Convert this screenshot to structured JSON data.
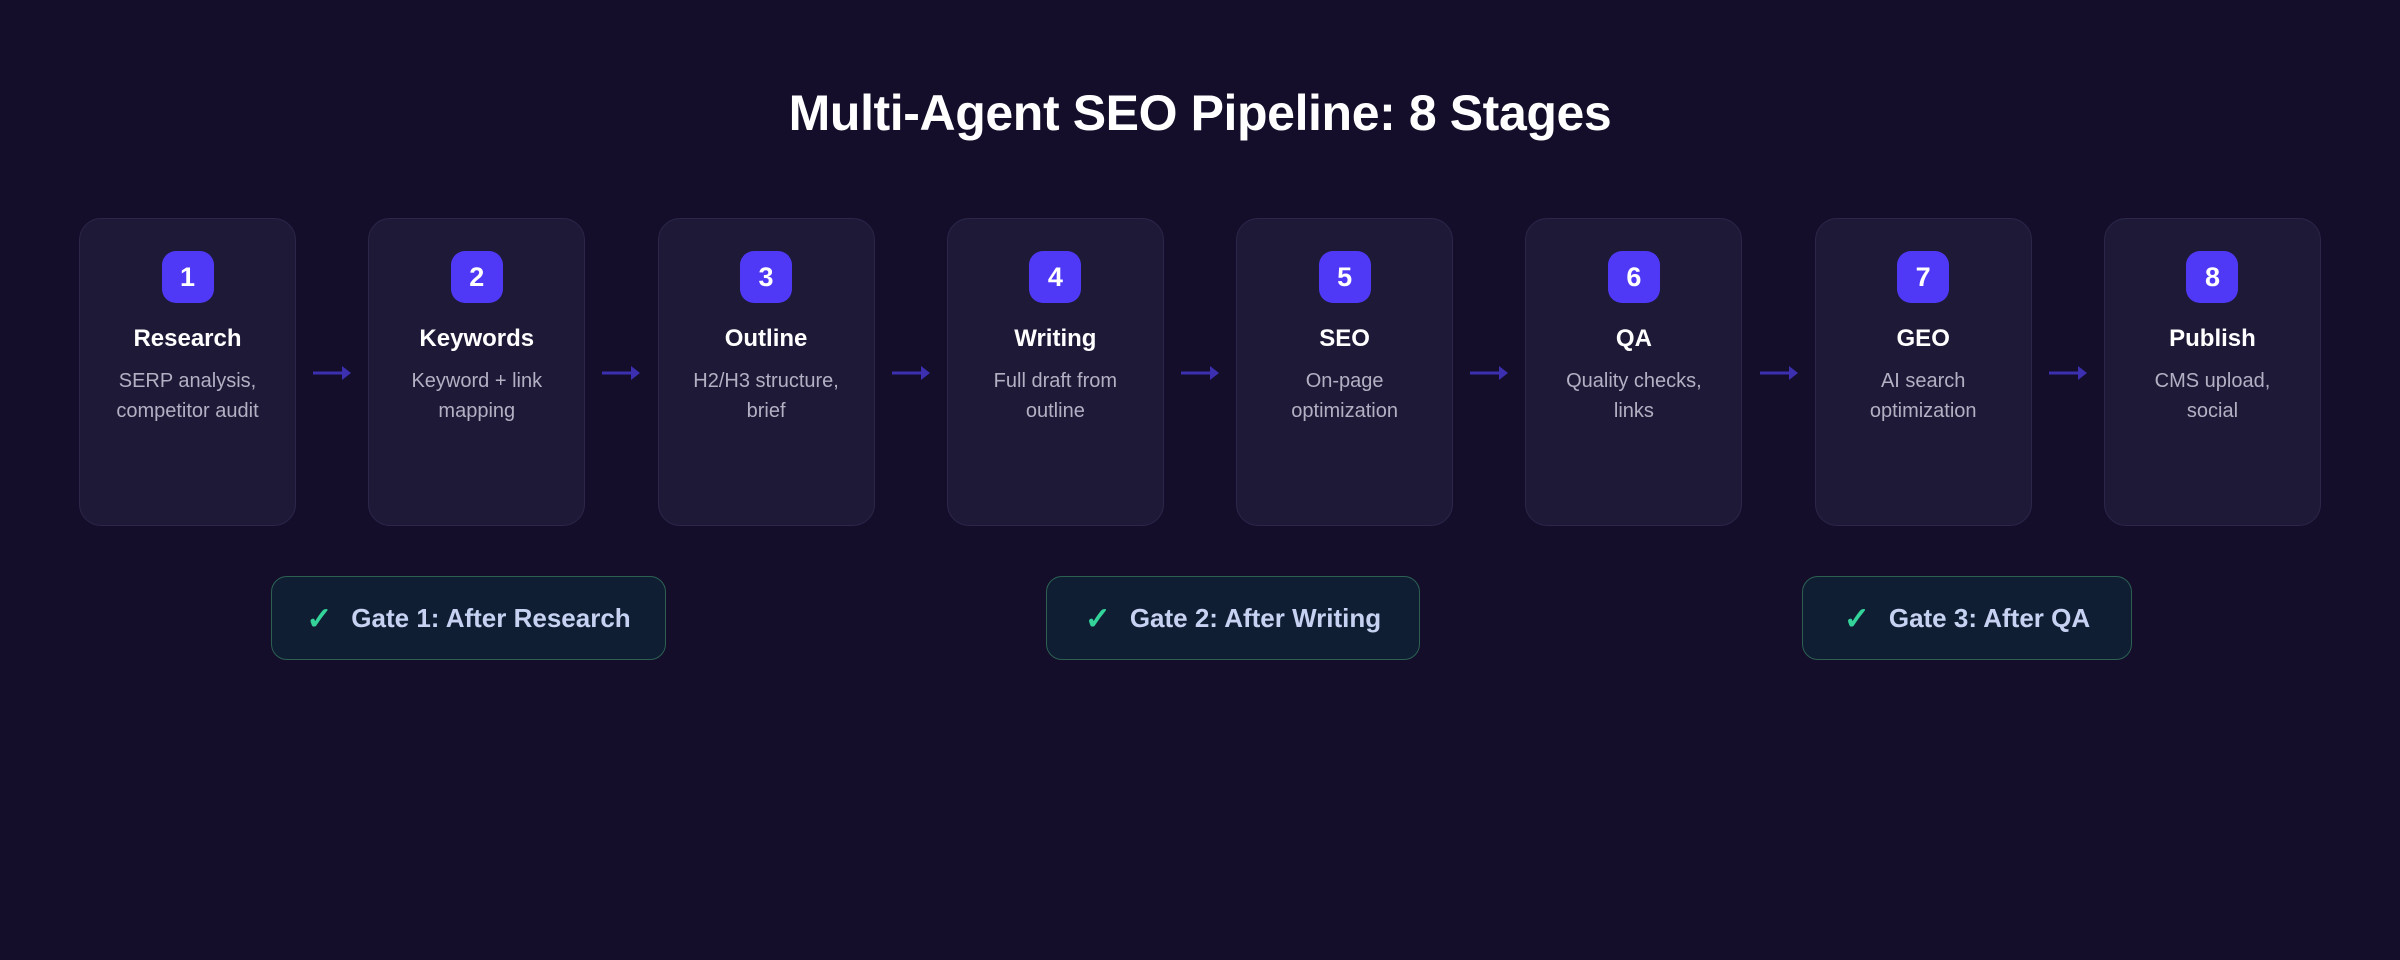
{
  "page": {
    "title": "Multi-Agent SEO Pipeline: 8 Stages",
    "background_color": "#140e2b",
    "accent_color": "#4f39f6",
    "arrow_color": "#3c2fb0",
    "gate_accent_color": "#34d399"
  },
  "pipeline": {
    "arrow_glyph": "arrow-right",
    "stages": [
      {
        "number": "1",
        "title": "Research",
        "description": "SERP analysis, competitor audit"
      },
      {
        "number": "2",
        "title": "Keywords",
        "description": "Keyword + link mapping"
      },
      {
        "number": "3",
        "title": "Outline",
        "description": "H2/H3 structure, brief"
      },
      {
        "number": "4",
        "title": "Writing",
        "description": "Full draft from outline"
      },
      {
        "number": "5",
        "title": "SEO",
        "description": "On-page optimization"
      },
      {
        "number": "6",
        "title": "QA",
        "description": "Quality checks, links"
      },
      {
        "number": "7",
        "title": "GEO",
        "description": "AI search optimization"
      },
      {
        "number": "8",
        "title": "Publish",
        "description": "CMS upload, social"
      }
    ]
  },
  "gates": {
    "check_glyph": "✓",
    "items": [
      {
        "label": "Gate 1: After Research"
      },
      {
        "label": "Gate 2: After Writing"
      },
      {
        "label": "Gate 3: After QA"
      }
    ]
  }
}
